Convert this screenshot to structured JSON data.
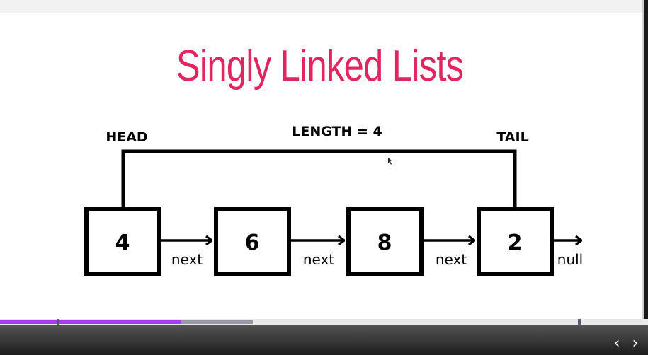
{
  "slide": {
    "title": "Singly Linked Lists",
    "title_color": "#e0255f",
    "head_label": "HEAD",
    "tail_label": "TAIL",
    "length_label": "LENGTH = 4",
    "nodes": [
      "4",
      "6",
      "8",
      "2"
    ],
    "link_labels": [
      "next",
      "next",
      "next"
    ],
    "end_label": "null"
  },
  "player": {
    "played_fraction": 0.28,
    "buffered_fraction": 0.39,
    "played_color": "#a43cff",
    "prev_icon": "‹",
    "next_icon": "›"
  }
}
